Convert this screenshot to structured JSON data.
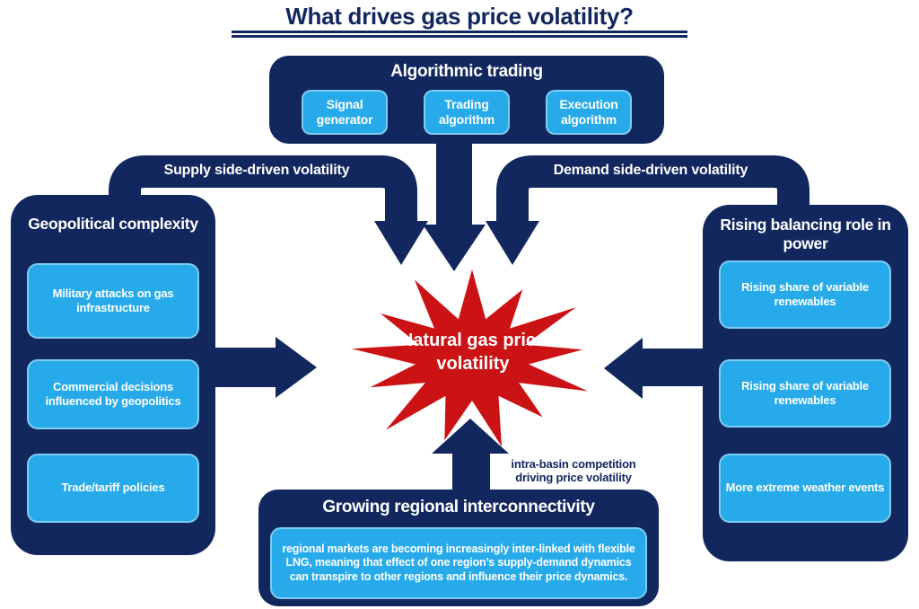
{
  "title": "What drives gas price volatility?",
  "colors": {
    "navy": "#13275f",
    "cyan": "#27aae9",
    "red": "#cb1315"
  },
  "panels": {
    "top": {
      "title": "Algorithmic trading",
      "items": [
        "Signal generator",
        "Trading algorithm",
        "Execution algorithm"
      ]
    },
    "left": {
      "title": "Geopolitical complexity",
      "items": [
        "Military attacks on gas infrastructure",
        "Commercial decisions influenced by geopolitics",
        "Trade/tariff policies"
      ]
    },
    "right": {
      "title": "Rising balancing role in power",
      "items": [
        "Rising share of variable renewables",
        "Rising share of variable renewables",
        "More extreme weather events"
      ]
    },
    "bottom": {
      "title": "Growing regional interconnectivity",
      "body": "regional markets are becoming increasingly inter-linked with flexible LNG, meaning that effect of one region’s supply-demand dynamics can transpire to other regions and influence their price dynamics."
    }
  },
  "center": {
    "label": "Natural gas price volatility"
  },
  "arrows": {
    "supply_label": "Supply side-driven volatility",
    "demand_label": "Demand side-driven volatility",
    "intra_basin_label": "intra-basin competition driving price volatility"
  }
}
